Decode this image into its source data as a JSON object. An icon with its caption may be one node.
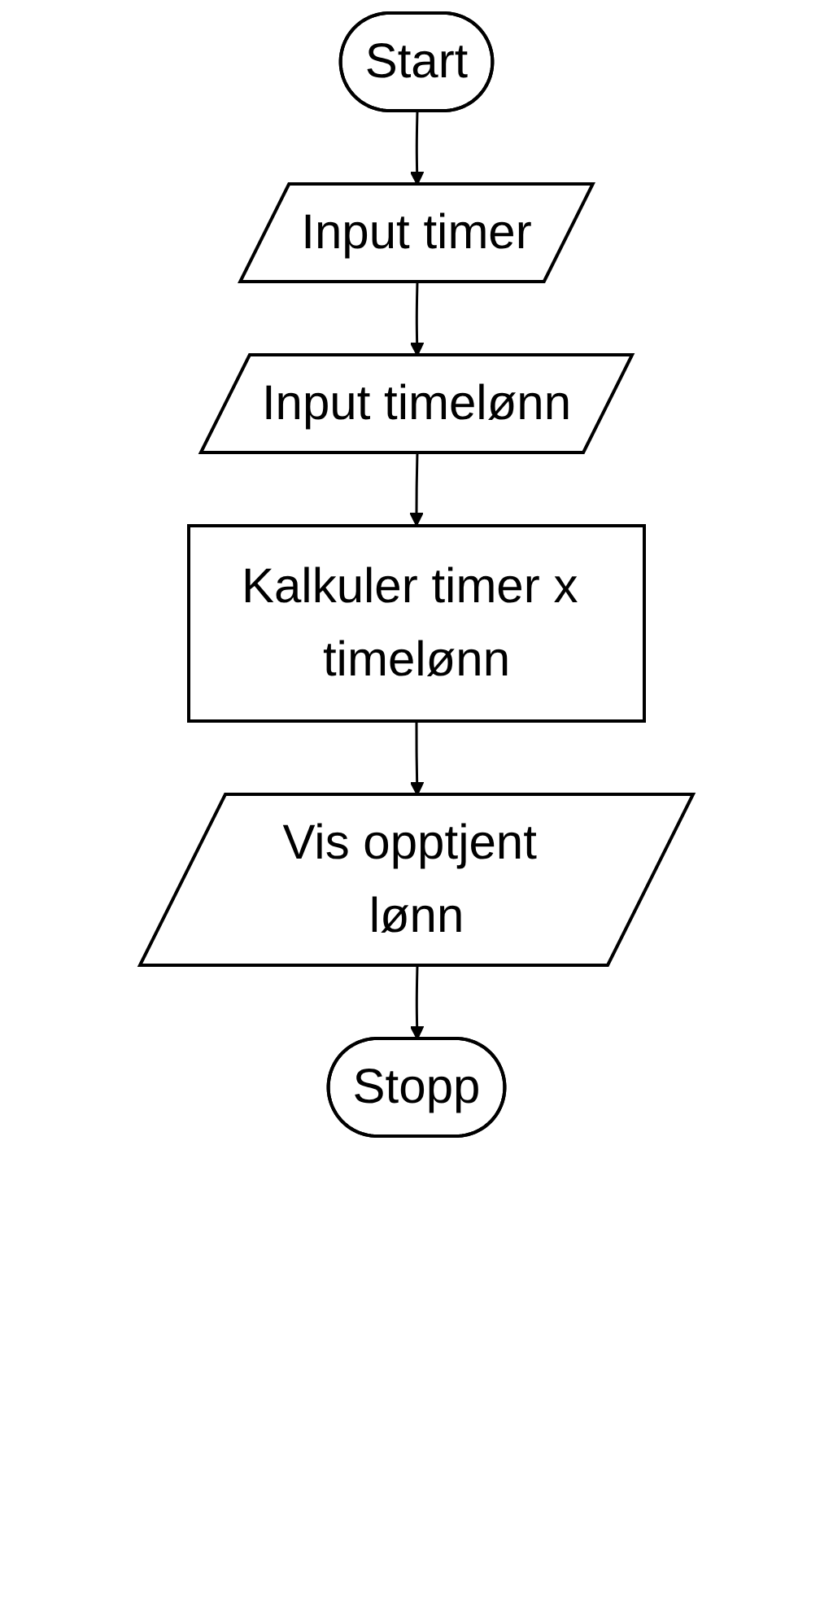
{
  "diagram": {
    "nodes": [
      {
        "text": [
          "Start"
        ]
      },
      {
        "text": [
          "Input timer"
        ]
      },
      {
        "text": [
          "Input timelønn"
        ]
      },
      {
        "text": [
          "Kalkuler timer x timelønn"
        ]
      },
      {
        "text": [
          "Vis opptjent lønn"
        ]
      },
      {
        "text": [
          "Stopp"
        ]
      }
    ],
    "edges": [
      {
        "from": 0,
        "to": 1,
        "arrow": "to"
      },
      {
        "from": 1,
        "to": 2,
        "arrow": "to"
      },
      {
        "from": 2,
        "to": 3,
        "arrow": "to"
      },
      {
        "from": 3,
        "to": 4,
        "arrow": "to"
      },
      {
        "from": 4,
        "to": 5,
        "arrow": "to"
      }
    ]
  }
}
